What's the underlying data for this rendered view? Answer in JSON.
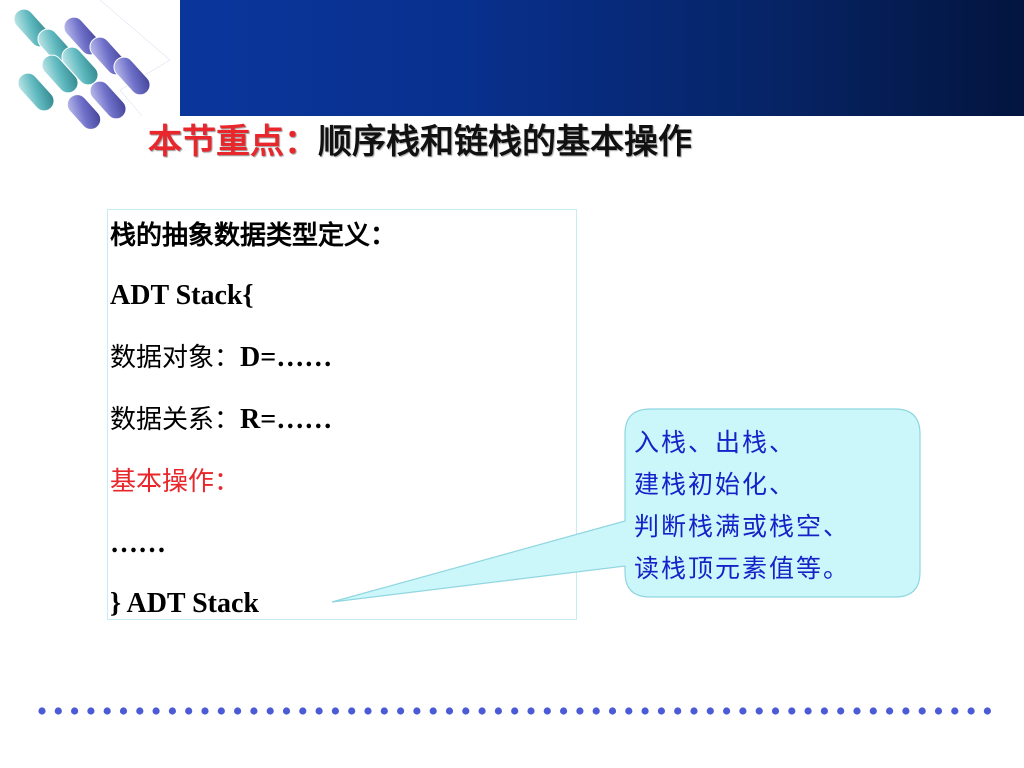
{
  "title": {
    "highlight": "本节重点：",
    "rest": "顺序栈和链栈的基本操作"
  },
  "adt": {
    "lines": [
      "栈的抽象数据类型定义：",
      "ADT Stack{",
      "数据对象：",
      "D=……",
      "数据关系：",
      "R=……",
      "基本操作：",
      "……",
      "} ADT Stack"
    ]
  },
  "callout": {
    "lines": [
      "入栈、出栈、",
      "建栈初始化、",
      "判断栈满或栈空、",
      "读栈顶元素值等。"
    ]
  },
  "colors": {
    "header_blue": "#0c3aa5",
    "title_red": "#e8262b",
    "callout_fill": "#ccf7fa",
    "callout_text": "#1522c8",
    "dots": "#4b5bd6"
  }
}
